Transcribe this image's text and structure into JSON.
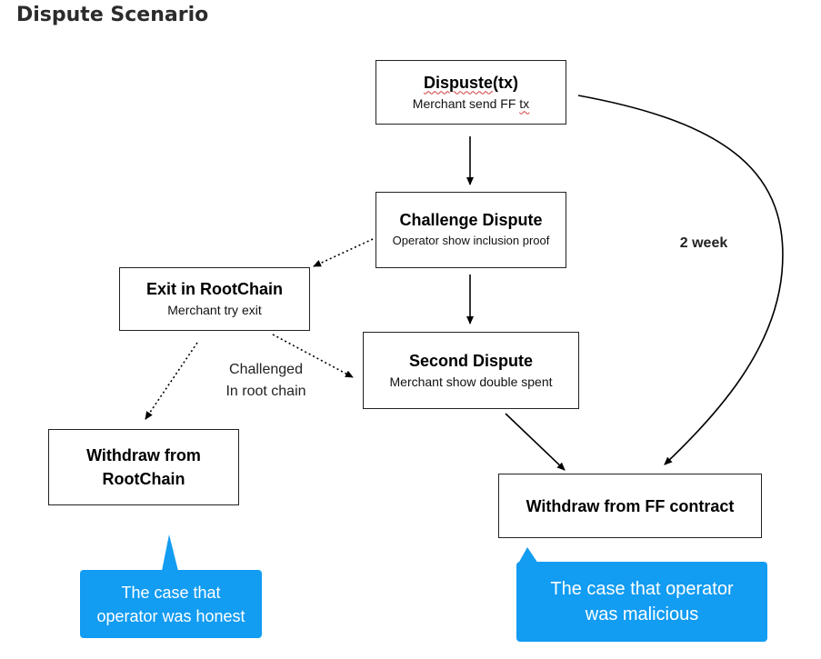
{
  "title": "Dispute Scenario",
  "boxes": {
    "dispute": {
      "title_main": "Dispuste",
      "title_suffix": "(tx)",
      "sub_main": "Merchant send FF ",
      "sub_suffix": "tx"
    },
    "challenge": {
      "title": "Challenge Dispute",
      "sub": "Operator show inclusion proof"
    },
    "exit": {
      "title": "Exit in RootChain",
      "sub": "Merchant try exit"
    },
    "second": {
      "title": "Second Dispute",
      "sub": "Merchant show double spent"
    },
    "withdraw_root": {
      "line1": "Withdraw from",
      "line2": "RootChain"
    },
    "withdraw_ff": {
      "title": "Withdraw from FF contract"
    }
  },
  "labels": {
    "challenged_line1": "Challenged",
    "challenged_line2": "In root chain",
    "two_week": "2 week"
  },
  "callouts": {
    "honest_line1": "The case that",
    "honest_line2": "operator was honest",
    "malicious_line1": "The case that operator",
    "malicious_line2": "was malicious"
  },
  "colors": {
    "callout": "#129cf2",
    "box_border": "#222222"
  }
}
